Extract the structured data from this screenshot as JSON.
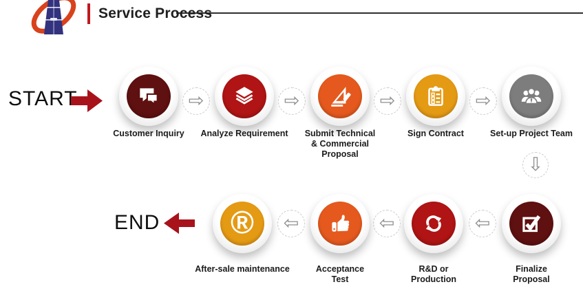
{
  "header": {
    "title": "Service Process"
  },
  "colors": {
    "accent_bar": "#c2181f",
    "flow_arrow": "#a8121a",
    "maroon": "#5f1010",
    "red": "#b01414",
    "orange": "#e5591e",
    "amber": "#e59a14",
    "gray": "#7d7d7d"
  },
  "flow": {
    "start_label": "START",
    "end_label": "END",
    "steps": [
      {
        "label": "Customer Inquiry",
        "color": "#5f1010"
      },
      {
        "label": "Analyze Requirement",
        "color": "#b01414"
      },
      {
        "label": "Submit Technical & Commercial Proposal",
        "color": "#e5591e"
      },
      {
        "label": "Sign Contract",
        "color": "#e59a14"
      },
      {
        "label": "Set-up Project Team",
        "color": "#7d7d7d"
      },
      {
        "label": "Finalize Proposal",
        "color": "#5f1010"
      },
      {
        "label": "R&D or Production",
        "color": "#b01414"
      },
      {
        "label": "Acceptance Test",
        "color": "#e5591e"
      },
      {
        "label": "After-sale maintenance",
        "color": "#e59a14"
      }
    ],
    "registered_glyph": "®"
  },
  "icons": {
    "arrow_right": "⇨",
    "arrow_left": "⇦",
    "arrow_down": "⇩"
  }
}
